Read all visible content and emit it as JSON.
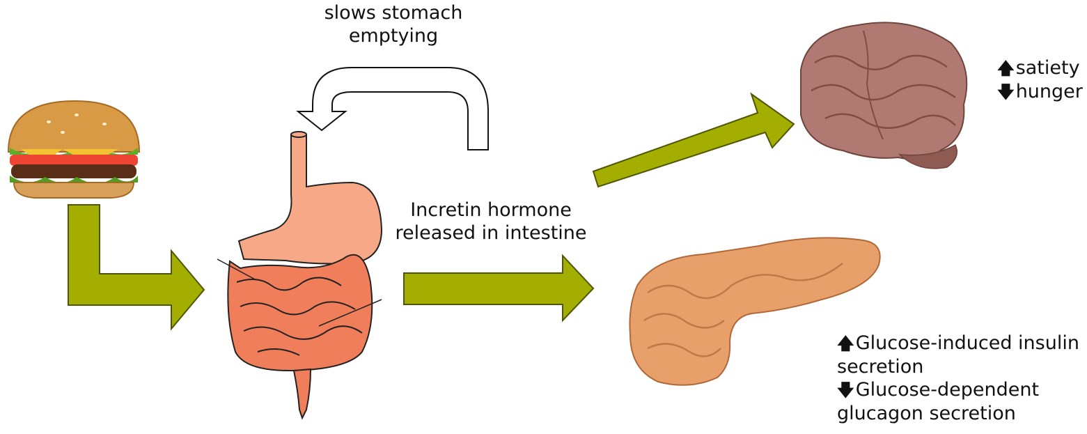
{
  "labels": {
    "stomach_feedback": [
      "slows stomach",
      "emptying"
    ],
    "hormone": [
      "Incretin hormone",
      "released in intestine"
    ],
    "brain_effects": [
      {
        "icon": "up-arrow-icon",
        "glyph": "🡅",
        "text": "satiety"
      },
      {
        "icon": "down-arrow-icon",
        "glyph": "🡇",
        "text": "hunger"
      }
    ],
    "pancreas_effects": [
      {
        "icon": "up-arrow-icon",
        "glyph": "🡅",
        "text": "Glucose-induced insulin"
      },
      {
        "icon": "",
        "glyph": "",
        "text": "secretion"
      },
      {
        "icon": "down-arrow-icon",
        "glyph": "🡇",
        "text": "Glucose-dependent"
      },
      {
        "icon": "",
        "glyph": "",
        "text": "glucagon secretion"
      }
    ]
  },
  "colors": {
    "flow_arrow": "#a4ae00",
    "flow_arrow_stroke": "#4f5500",
    "stomach": "#f7a987",
    "intestine": "#f07e5a",
    "brain": "#b07a72",
    "pancreas": "#e8a06a"
  }
}
